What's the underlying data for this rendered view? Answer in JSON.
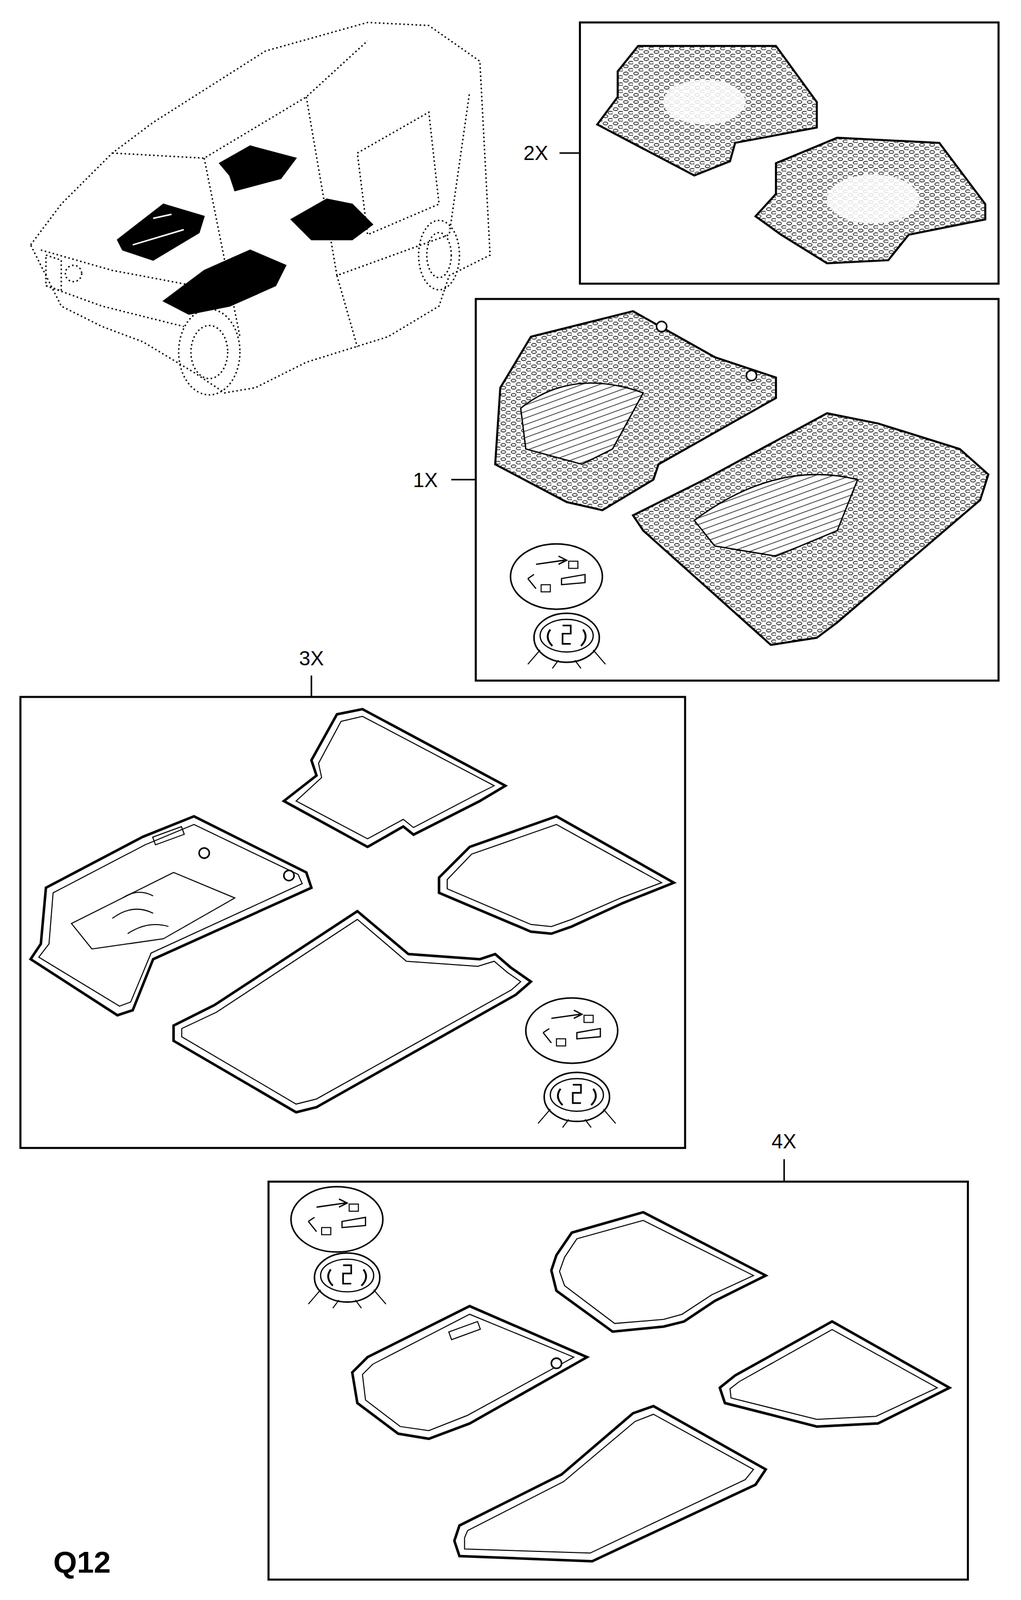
{
  "diagram": {
    "labels": [
      "2X",
      "1X",
      "3X",
      "4X",
      "Q12"
    ]
  }
}
